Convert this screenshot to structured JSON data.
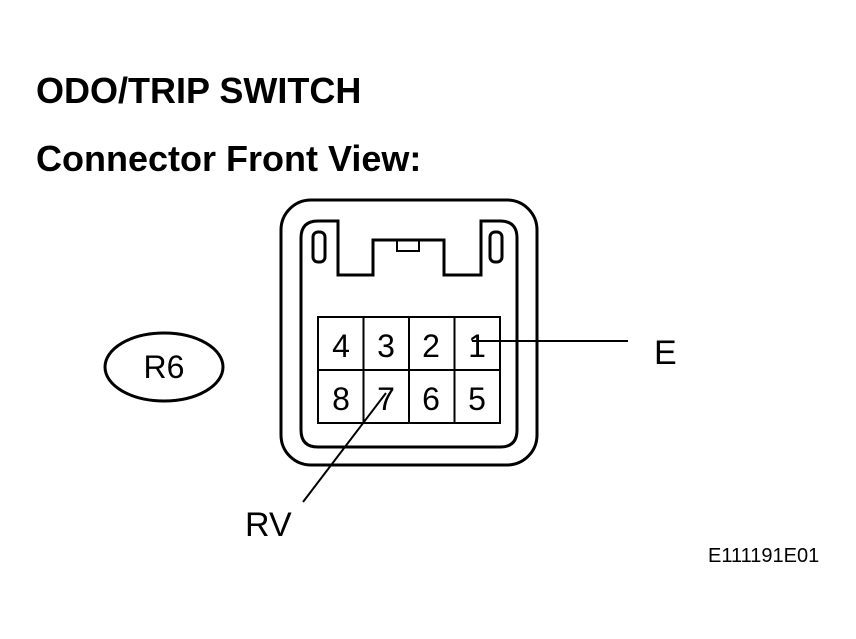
{
  "header": {
    "title": "ODO/TRIP SWITCH",
    "subtitle": "Connector Front View:"
  },
  "connector": {
    "code": "R6",
    "pins_top_row": [
      "4",
      "3",
      "2",
      "1"
    ],
    "pins_bottom_row": [
      "8",
      "7",
      "6",
      "5"
    ]
  },
  "callouts": {
    "pin1_label": "E",
    "pin7_label": "RV"
  },
  "footer": {
    "figure_id": "E111191E01"
  }
}
